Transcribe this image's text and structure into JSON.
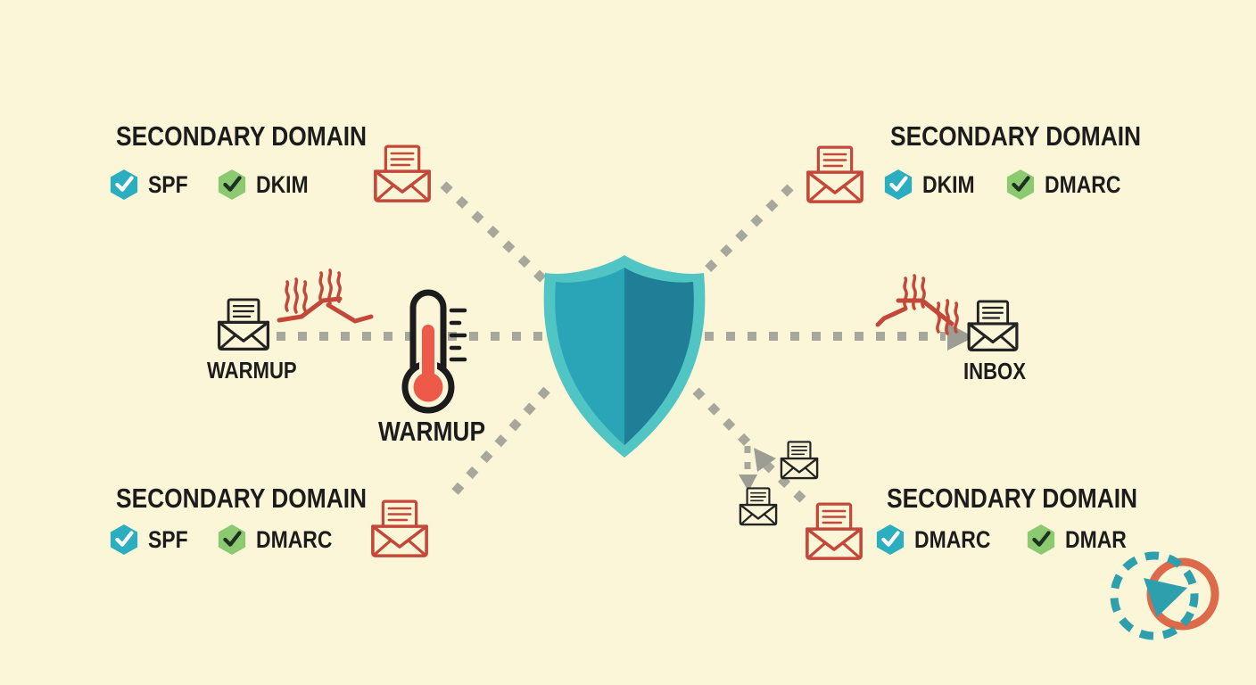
{
  "colors": {
    "bg": "#FCF6D8",
    "ink": "#1C1C1C",
    "dash": "#A7A79B",
    "arrow_gray": "#9D9D94",
    "red": "#C4483A",
    "thermo_red": "#EE5A49",
    "env_black": "#232323",
    "shield_rim": "#50C5C3",
    "shield_left": "#2AA5B8",
    "shield_right": "#1E7F97",
    "hex_teal": "#2BAEC0",
    "hex_green": "#8CCA72",
    "check_light": "#FFFFFF",
    "check_dark": "#1E3020",
    "cycle_teal": "#2E9FAC",
    "cycle_orange": "#DE6A4C"
  },
  "icons": {
    "badge_check": "✓"
  },
  "nodes": {
    "top_left": {
      "title": "SECONDARY DOMAIN",
      "badges": [
        {
          "label": "SPF"
        },
        {
          "label": "DKIM"
        }
      ]
    },
    "top_right": {
      "title": "SECONDARY DOMAIN",
      "badges": [
        {
          "label": "DKIM"
        },
        {
          "label": "DMARC"
        }
      ]
    },
    "bottom_left": {
      "title": "SECONDARY DOMAIN",
      "badges": [
        {
          "label": "SPF"
        },
        {
          "label": "DMARC"
        }
      ]
    },
    "bottom_right": {
      "title": "SECONDARY DOMAIN",
      "badges": [
        {
          "label": "DMARC"
        },
        {
          "label": "DMAR"
        }
      ]
    },
    "warmup_sender": {
      "label": "WARMUP"
    },
    "warmup_meter": {
      "label": "WARMUP"
    },
    "inbox": {
      "label": "INBOX"
    }
  }
}
